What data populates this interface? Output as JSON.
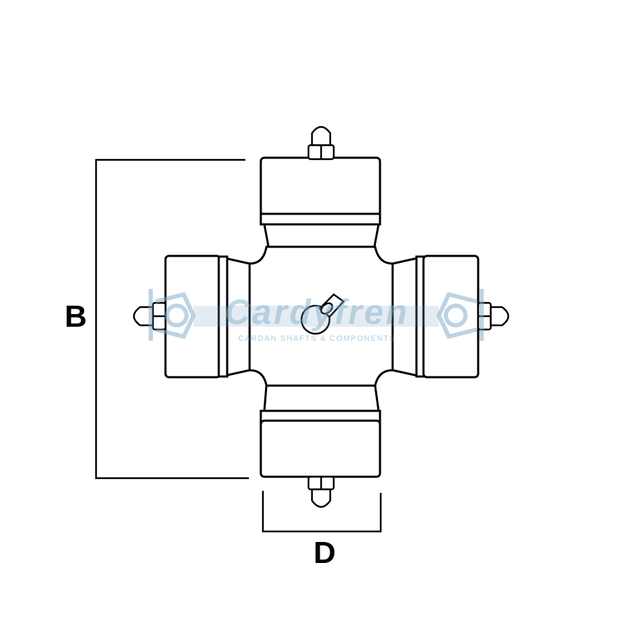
{
  "diagram": {
    "dimension_labels": {
      "height": "B",
      "width": "D"
    },
    "watermark": {
      "brand": "Cardyfren",
      "tagline": "CARDAN SHAFTS & COMPONENTS",
      "color": "#7fa9c6"
    },
    "line_color": "#000000",
    "background": "#ffffff",
    "part": "universal-joint-cross"
  }
}
